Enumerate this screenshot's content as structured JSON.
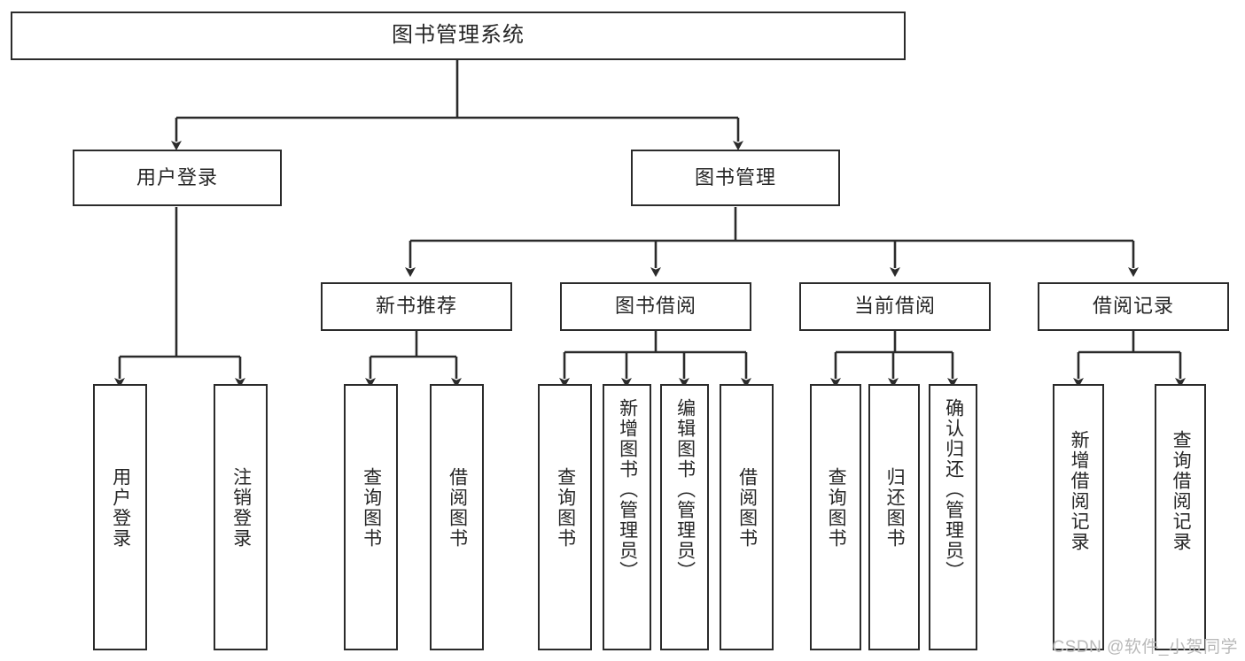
{
  "diagram": {
    "title": "图书管理系统",
    "type": "tree",
    "watermark": "CSDN @软件_小贺同学",
    "colors": {
      "border": "#2b2b2b",
      "background": "#ffffff",
      "text": "#262626",
      "watermark": "#b9b9b9"
    },
    "nodes": {
      "root": {
        "label": "图书管理系统"
      },
      "level2": [
        {
          "id": "user-login",
          "label": "用户登录"
        },
        {
          "id": "book-management",
          "label": "图书管理"
        }
      ],
      "level3": [
        {
          "id": "new-book-recommend",
          "label": "新书推荐"
        },
        {
          "id": "book-borrow",
          "label": "图书借阅"
        },
        {
          "id": "current-borrow",
          "label": "当前借阅"
        },
        {
          "id": "borrow-record",
          "label": "借阅记录"
        }
      ],
      "leaves": [
        {
          "id": "leaf-user-login",
          "label": "用户登录",
          "parent": "user-login"
        },
        {
          "id": "leaf-logout-login",
          "label": "注销登录",
          "parent": "user-login"
        },
        {
          "id": "leaf-query-book-1",
          "label": "查询图书",
          "parent": "new-book-recommend"
        },
        {
          "id": "leaf-borrow-book-1",
          "label": "借阅图书",
          "parent": "new-book-recommend"
        },
        {
          "id": "leaf-query-book-2",
          "label": "查询图书",
          "parent": "book-borrow"
        },
        {
          "id": "leaf-add-book",
          "label": "新增图书（管理员）",
          "parent": "book-borrow"
        },
        {
          "id": "leaf-edit-book",
          "label": "编辑图书（管理员）",
          "parent": "book-borrow"
        },
        {
          "id": "leaf-borrow-book-2",
          "label": "借阅图书",
          "parent": "book-borrow"
        },
        {
          "id": "leaf-query-book-3",
          "label": "查询图书",
          "parent": "current-borrow"
        },
        {
          "id": "leaf-return-book",
          "label": "归还图书",
          "parent": "current-borrow"
        },
        {
          "id": "leaf-confirm-return",
          "label": "确认归还（管理员）",
          "parent": "current-borrow"
        },
        {
          "id": "leaf-add-record",
          "label": "新增借阅记录",
          "parent": "borrow-record"
        },
        {
          "id": "leaf-query-record",
          "label": "查询借阅记录",
          "parent": "borrow-record"
        }
      ]
    }
  }
}
